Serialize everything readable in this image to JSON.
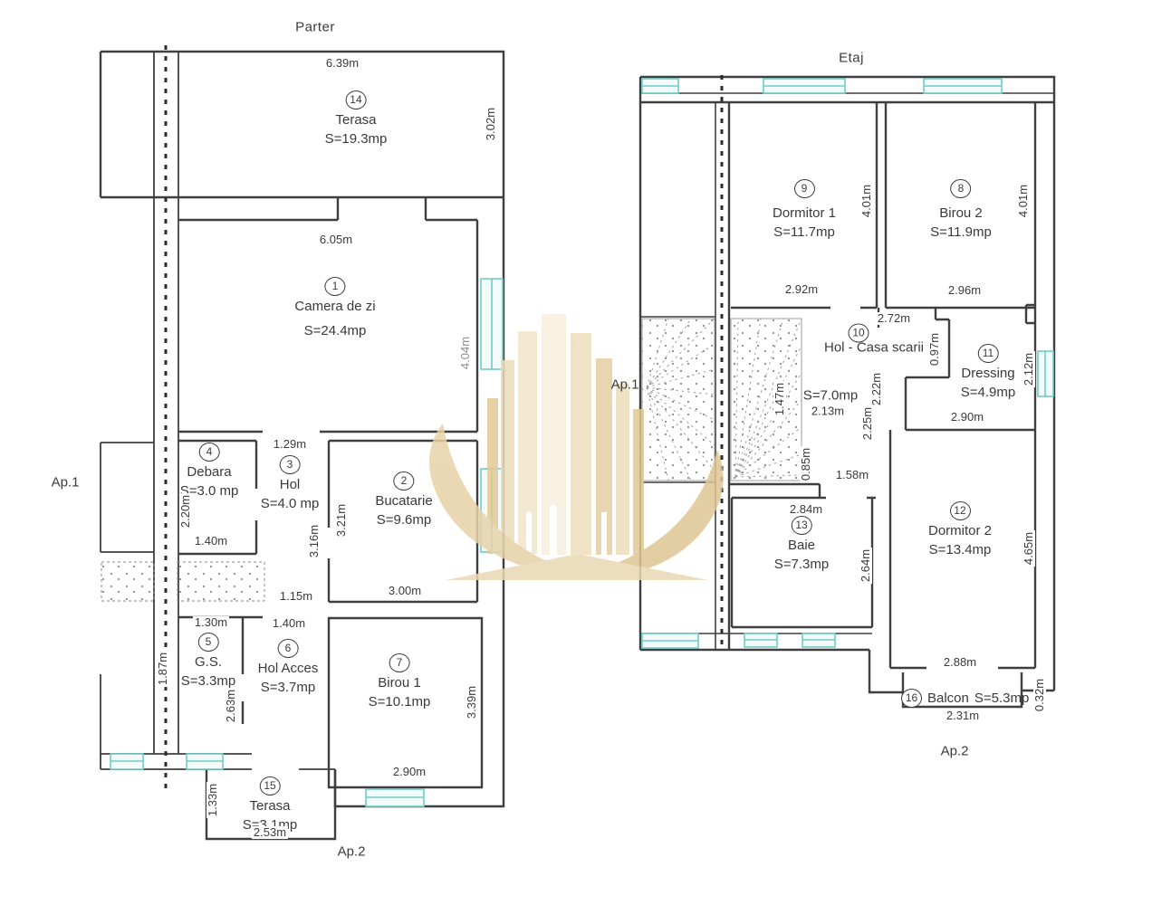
{
  "titles": {
    "parter": "Parter",
    "etaj": "Etaj"
  },
  "apartment_labels": {
    "parter_left": "Ap.1",
    "parter_bottom": "Ap.2",
    "etaj_left": "Ap.1",
    "etaj_bottom": "Ap.2"
  },
  "colors": {
    "wall": "#3f3f3f",
    "window_stroke": "#6fccc6",
    "window_fill": "#f2fbfa",
    "watermark_beige": "#e9d6b0",
    "dashed_line": "#2c2c2c"
  },
  "parter": {
    "rooms": [
      {
        "num": "14",
        "name": "Terasa",
        "area": "S=19.3mp"
      },
      {
        "num": "1",
        "name": "Camera de zi",
        "area": "S=24.4mp"
      },
      {
        "num": "4",
        "name": "Debara",
        "area": "S=3.0 mp"
      },
      {
        "num": "3",
        "name": "Hol",
        "area": "S=4.0 mp"
      },
      {
        "num": "2",
        "name": "Bucatarie",
        "area": "S=9.6mp"
      },
      {
        "num": "5",
        "name": "G.S.",
        "area": "S=3.3mp"
      },
      {
        "num": "6",
        "name": "Hol Acces",
        "area": "S=3.7mp"
      },
      {
        "num": "7",
        "name": "Birou 1",
        "area": "S=10.1mp"
      },
      {
        "num": "15",
        "name": "Terasa",
        "area": "S=3.1mp"
      }
    ],
    "dims": {
      "terasa_w": "6.39m",
      "terasa_h": "3.02m",
      "camera_w": "6.05m",
      "camera_h": "4.04m",
      "hol_top": "1.29m",
      "debara_h": "2.20m",
      "debara_w": "1.40m",
      "buc_left_a": "3.16m",
      "buc_left_b": "3.21m",
      "buc_w": "3.00m",
      "hol_mid": "1.15m",
      "holacces_top": "1.40m",
      "gs_top": "1.30m",
      "party_h": "1.87m",
      "gs_h": "2.63m",
      "birou1_h": "3.39m",
      "birou1_w": "2.90m",
      "terasa15_h": "1.33m",
      "terasa15_w": "2.53m"
    }
  },
  "etaj": {
    "rooms": [
      {
        "num": "9",
        "name": "Dormitor 1",
        "area": "S=11.7mp"
      },
      {
        "num": "8",
        "name": "Birou 2",
        "area": "S=11.9mp"
      },
      {
        "num": "10",
        "name": "Hol - Casa scarii",
        "area": "S=7.0mp",
        "extra_dim": "2.13m"
      },
      {
        "num": "11",
        "name": "Dressing",
        "area": "S=4.9mp"
      },
      {
        "num": "13",
        "name": "Baie",
        "area": "S=7.3mp"
      },
      {
        "num": "12",
        "name": "Dormitor 2",
        "area": "S=13.4mp"
      },
      {
        "num": "16",
        "name": "Balcon",
        "area": "S=5.3mp"
      }
    ],
    "dims": {
      "dorm1_w": "2.92m",
      "dorm1_h": "4.01m",
      "birou2_w": "2.96m",
      "birou2_h": "4.01m",
      "hol_top": "2.72m",
      "hol_right": "0.97m",
      "stair_mid": "1.47m",
      "stair_low": "0.85m",
      "hol_v_a": "2.22m",
      "hol_v_b": "2.25m",
      "hol_bottom": "1.58m",
      "dressing_w": "2.90m",
      "dressing_h": "2.12m",
      "baie_w": "2.84m",
      "baie_h": "2.64m",
      "dorm2_w": "2.88m",
      "dorm2_h": "4.65m",
      "balcon_w": "2.31m",
      "balcon_h": "0.32m"
    }
  }
}
